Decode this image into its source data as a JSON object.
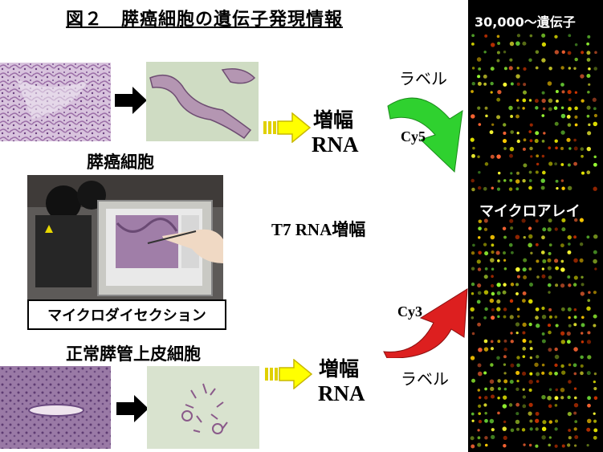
{
  "title": "図２　膵癌細胞の遺伝子発現情報",
  "labels": {
    "pancreatic_cancer_cells": "膵癌細胞",
    "normal_duct_cells": "正常膵管上皮細胞",
    "microdissection": "マイクロダイセクション",
    "t7_amplification": "T7 RNA増幅",
    "amplified_top_line1": "増幅",
    "amplified_top_line2": "RNA",
    "amplified_bottom_line1": "増幅",
    "amplified_bottom_line2": "RNA",
    "label_top": "ラベル",
    "label_bottom": "ラベル",
    "cy5": "Cy5",
    "cy3": "Cy3",
    "gene_count": "30,000～遺伝子",
    "microarray": "マイクロアレイ"
  },
  "colors": {
    "cy5_arrow": "#2fd12f",
    "cy3_arrow": "#dd1f1f",
    "amplify_arrow": "#ffff00",
    "microarray_bg": "#000000"
  },
  "icons": [
    "block-arrow-right",
    "curved-arrow-green",
    "curved-arrow-red",
    "amplify-arrow"
  ]
}
